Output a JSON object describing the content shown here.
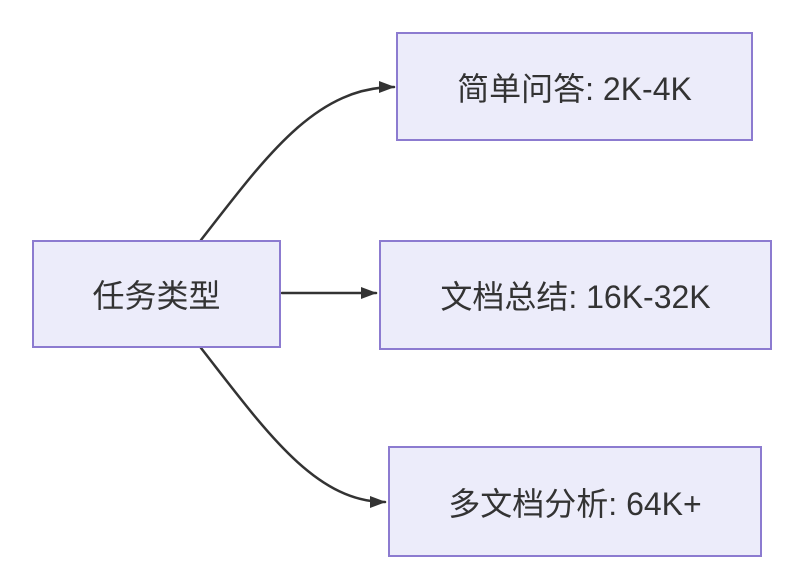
{
  "diagram": {
    "type": "flowchart",
    "direction": "left-to-right",
    "nodes": [
      {
        "id": "task-type",
        "label": "任务类型"
      },
      {
        "id": "simple-qa",
        "label": "简单问答: 2K-4K"
      },
      {
        "id": "doc-summary",
        "label": "文档总结: 16K-32K"
      },
      {
        "id": "multi-doc-analysis",
        "label": "多文档分析: 64K+"
      }
    ],
    "edges": [
      {
        "from": "task-type",
        "to": "simple-qa"
      },
      {
        "from": "task-type",
        "to": "doc-summary"
      },
      {
        "from": "task-type",
        "to": "multi-doc-analysis"
      }
    ]
  },
  "colors": {
    "background": "#FFFFFF",
    "node_fill": "#ECECFA",
    "node_border": "#8C7BD0",
    "node_text": "#333333",
    "edge": "#333333"
  }
}
